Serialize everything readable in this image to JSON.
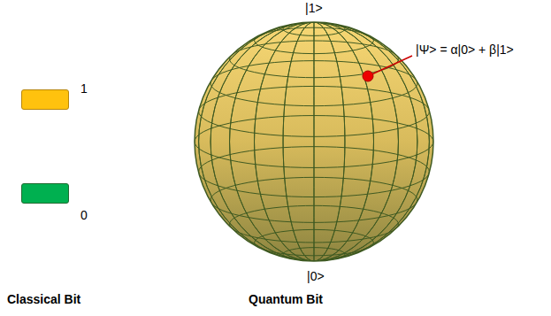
{
  "diagram": {
    "nodes": [
      {
        "text": [
          "1"
        ]
      },
      {
        "text": [
          "0"
        ]
      }
    ],
    "labels": [
      "|1>",
      "|Ψ> = α|0> + β|1>",
      "|0>",
      "Classical Bit",
      "Quantum Bit"
    ]
  }
}
